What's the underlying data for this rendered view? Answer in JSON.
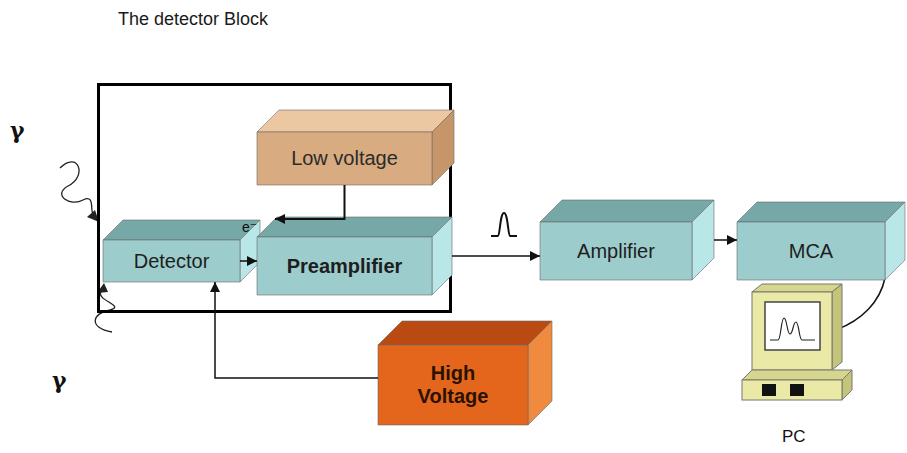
{
  "diagram": {
    "nodes": [
      {
        "text": [
          "The detector Block"
        ]
      },
      {
        "text": [
          "Low voltage"
        ],
        "in": 0
      },
      {
        "text": [
          "Detector"
        ],
        "in": 0
      },
      {
        "text": [
          "Preamplifier"
        ],
        "in": 0
      },
      {
        "text": [
          "Amplifier"
        ]
      },
      {
        "text": [
          "MCA"
        ]
      },
      {
        "text": [
          "High Voltage"
        ]
      }
    ],
    "edges": [
      {
        "from": 1,
        "to": 3,
        "arrow": "to"
      },
      {
        "from": 2,
        "to": 3,
        "arrow": "to"
      },
      {
        "from": 3,
        "to": 4,
        "arrow": "to"
      },
      {
        "from": 4,
        "to": 5,
        "arrow": "to"
      },
      {
        "from": 6,
        "to": 2,
        "arrow": "to"
      }
    ],
    "labels": [
      "γ",
      "e⁻",
      "γ",
      "PC"
    ]
  }
}
